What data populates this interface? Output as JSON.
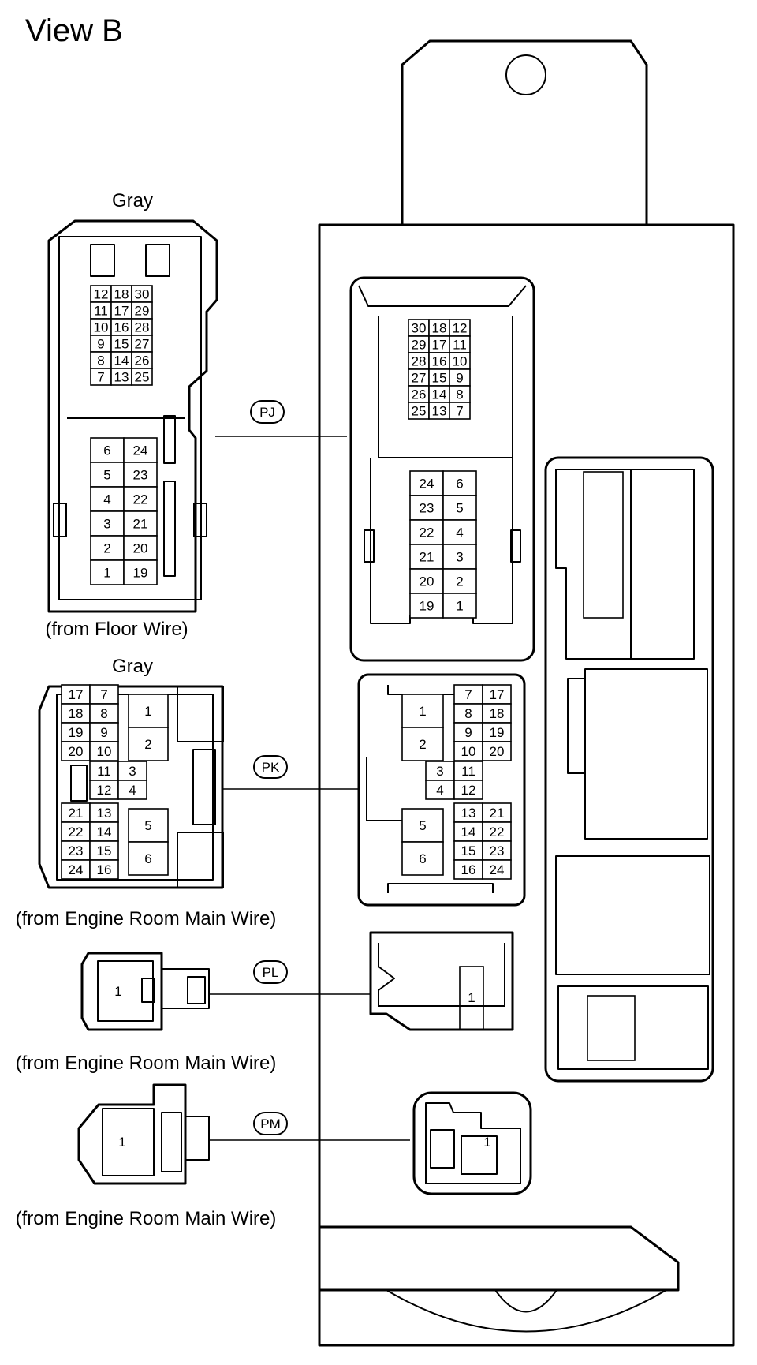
{
  "view_title": "View B",
  "connectors": {
    "PJ": {
      "tag": "PJ",
      "color": "Gray",
      "source": "(from Floor Wire)",
      "top_left_grid": [
        [
          "12",
          "18",
          "30"
        ],
        [
          "11",
          "17",
          "29"
        ],
        [
          "10",
          "16",
          "28"
        ],
        [
          "9",
          "15",
          "27"
        ],
        [
          "8",
          "14",
          "26"
        ],
        [
          "7",
          "13",
          "25"
        ]
      ],
      "bottom_left_grid": [
        [
          "6",
          "24"
        ],
        [
          "5",
          "23"
        ],
        [
          "4",
          "22"
        ],
        [
          "3",
          "21"
        ],
        [
          "2",
          "20"
        ],
        [
          "1",
          "19"
        ]
      ],
      "top_right_grid": [
        [
          "30",
          "18",
          "12"
        ],
        [
          "29",
          "17",
          "11"
        ],
        [
          "28",
          "16",
          "10"
        ],
        [
          "27",
          "15",
          "9"
        ],
        [
          "26",
          "14",
          "8"
        ],
        [
          "25",
          "13",
          "7"
        ]
      ],
      "bottom_right_grid": [
        [
          "24",
          "6"
        ],
        [
          "23",
          "5"
        ],
        [
          "22",
          "4"
        ],
        [
          "21",
          "3"
        ],
        [
          "20",
          "2"
        ],
        [
          "19",
          "1"
        ]
      ]
    },
    "PK": {
      "tag": "PK",
      "color": "Gray",
      "source": "(from Engine Room Main Wire)",
      "left_top_grid": [
        [
          "17",
          "7"
        ],
        [
          "18",
          "8"
        ],
        [
          "19",
          "9"
        ],
        [
          "20",
          "10"
        ]
      ],
      "left_mid_grid": [
        [
          "11",
          "3"
        ],
        [
          "12",
          "4"
        ]
      ],
      "left_bot_grid": [
        [
          "21",
          "13"
        ],
        [
          "22",
          "14"
        ],
        [
          "23",
          "15"
        ],
        [
          "24",
          "16"
        ]
      ],
      "left_big": [
        "1",
        "2",
        "5",
        "6"
      ],
      "right_top_grid": [
        [
          "7",
          "17"
        ],
        [
          "8",
          "18"
        ],
        [
          "9",
          "19"
        ],
        [
          "10",
          "20"
        ]
      ],
      "right_mid_grid": [
        [
          "3",
          "11"
        ],
        [
          "4",
          "12"
        ]
      ],
      "right_bot_grid": [
        [
          "13",
          "21"
        ],
        [
          "14",
          "22"
        ],
        [
          "15",
          "23"
        ],
        [
          "16",
          "24"
        ]
      ],
      "right_big": [
        "1",
        "2",
        "5",
        "6"
      ]
    },
    "PL": {
      "tag": "PL",
      "source": "(from Engine Room Main Wire)",
      "left_pin": "1",
      "right_pin": "1"
    },
    "PM": {
      "tag": "PM",
      "source": "(from Engine Room Main Wire)",
      "left_pin": "1",
      "right_pin": "1"
    }
  }
}
